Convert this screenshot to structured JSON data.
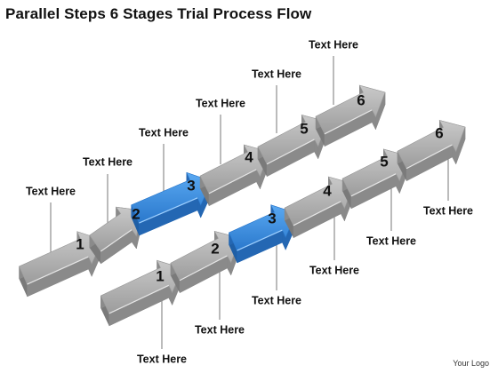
{
  "title": "Parallel Steps 6 Stages Trial Process Flow",
  "logo": "Your Logo",
  "colors": {
    "arrow_gray": "#a9a9a9",
    "arrow_highlight": "#3d8fe0"
  },
  "flows": [
    {
      "name": "upper",
      "steps": [
        {
          "number": "1",
          "label": "Text Here",
          "highlight": false
        },
        {
          "number": "2",
          "label": "Text Here",
          "highlight": false
        },
        {
          "number": "3",
          "label": "Text Here",
          "highlight": true
        },
        {
          "number": "4",
          "label": "Text Here",
          "highlight": false
        },
        {
          "number": "5",
          "label": "Text Here",
          "highlight": false
        },
        {
          "number": "6",
          "label": "Text Here",
          "highlight": false
        }
      ]
    },
    {
      "name": "lower",
      "steps": [
        {
          "number": "1",
          "label": "Text Here",
          "highlight": false
        },
        {
          "number": "2",
          "label": "Text Here",
          "highlight": false
        },
        {
          "number": "3",
          "label": "Text Here",
          "highlight": true
        },
        {
          "number": "4",
          "label": "Text Here",
          "highlight": false
        },
        {
          "number": "5",
          "label": "Text Here",
          "highlight": false
        },
        {
          "number": "6",
          "label": "Text Here",
          "highlight": false
        }
      ]
    }
  ]
}
